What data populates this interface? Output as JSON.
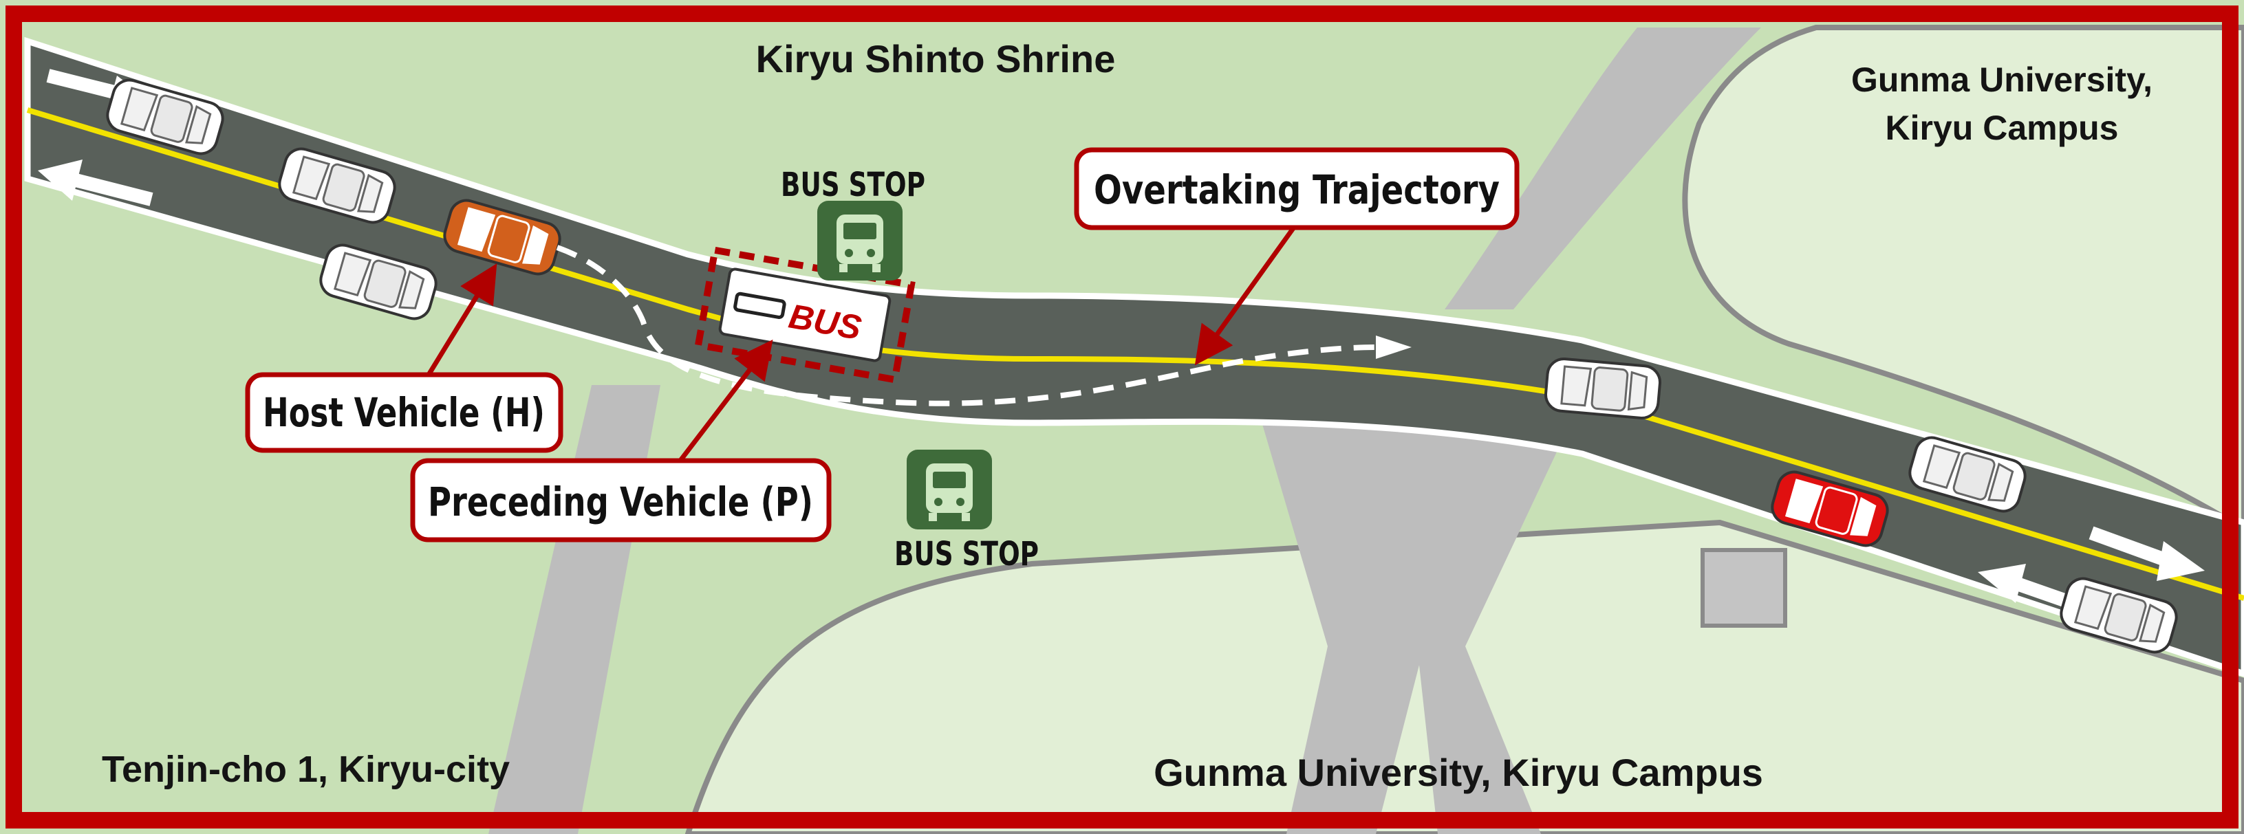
{
  "places": {
    "shrine": "Kiryu Shinto Shrine",
    "campus_top_line1": "Gunma University,",
    "campus_top_line2": "Kiryu Campus",
    "city": "Tenjin-cho 1, Kiryu-city",
    "campus_bottom": "Gunma University, Kiryu Campus"
  },
  "bus_stops": {
    "north": "BUS STOP",
    "south": "BUS STOP"
  },
  "bus": {
    "label": "BUS"
  },
  "callouts": {
    "host": "Host Vehicle (H)",
    "preceding": "Preceding Vehicle (P)",
    "trajectory": "Overtaking Trajectory"
  },
  "colors": {
    "frame": "#c00000",
    "grass": "#c8e0b6",
    "grass_light": "#e2efd6",
    "road": "#59605a",
    "center_line": "#f2e200",
    "side_road": "#bdbdbd",
    "host_vehicle": "#d2601c",
    "red_vehicle": "#e01010",
    "bus_stop_sign": "#3e6b3a"
  }
}
